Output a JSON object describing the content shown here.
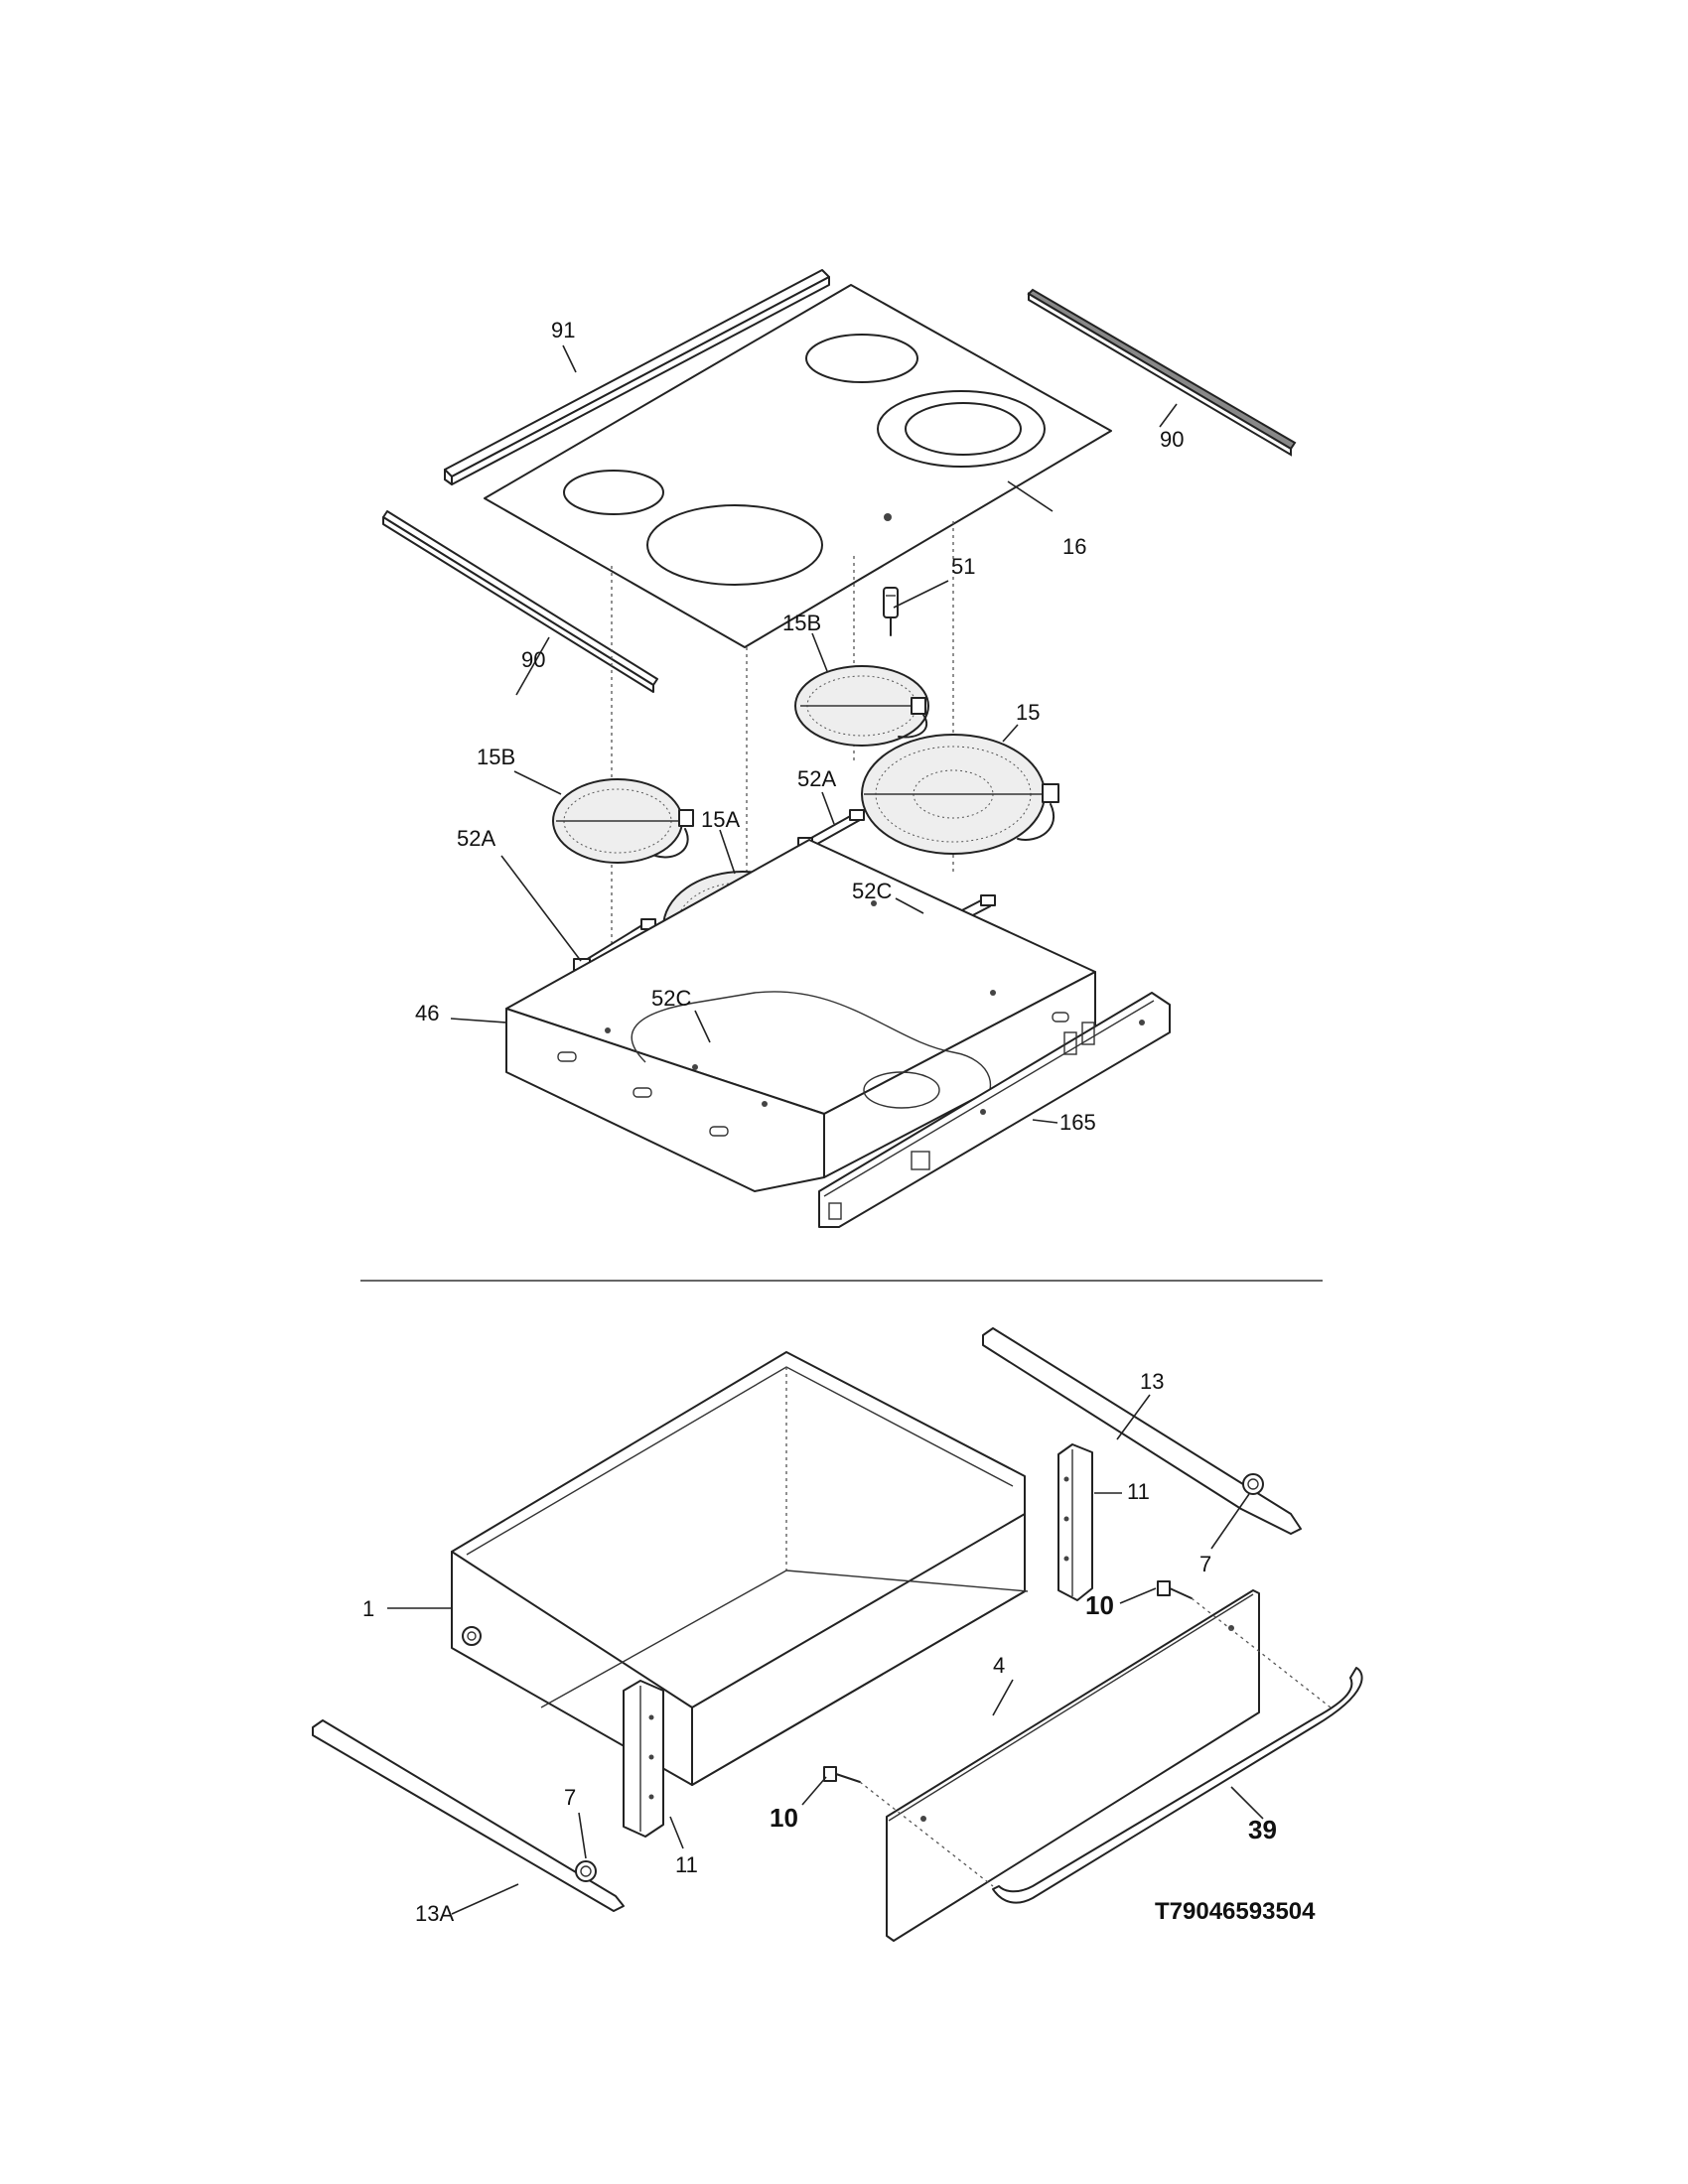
{
  "diagram": {
    "top_assembly": {
      "callouts": {
        "trim_back": "91",
        "trim_right": "90",
        "trim_left": "90",
        "cooktop_glass": "16",
        "limiter": "51",
        "element_rear_left": "15B",
        "element_front_left": "15B",
        "element_rear_right": "15",
        "element_front_center": "15A",
        "bracket_a_right": "52A",
        "bracket_a_left": "52A",
        "bracket_c_right": "52C",
        "bracket_c_center": "52C",
        "burner_box": "46",
        "front_bracket": "165"
      }
    },
    "drawer_assembly": {
      "callouts": {
        "drawer_body": "1",
        "rail_right": "13",
        "rail_left": "13A",
        "roller_right": "7",
        "roller_left": "7",
        "slide_right": "11",
        "slide_left": "11",
        "screw_right": "10",
        "screw_left": "10",
        "drawer_front": "4",
        "handle": "39"
      }
    },
    "drawing_code": "T79046593504"
  }
}
